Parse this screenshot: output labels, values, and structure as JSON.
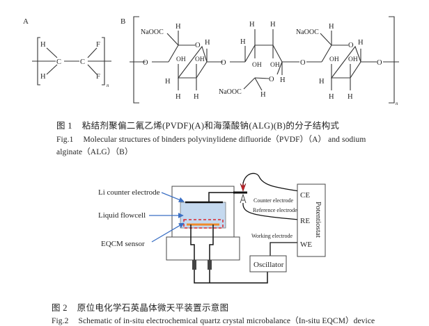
{
  "figure1": {
    "panel_a_label": "A",
    "panel_b_label": "B",
    "pvdf": {
      "atoms": {
        "h_top": "H",
        "h_bottom": "H",
        "c_left": "C",
        "c_right": "C",
        "f_top": "F",
        "f_bottom": "F"
      },
      "subscript": "n"
    },
    "alg": {
      "ring1": {
        "naooc": "NaOOC",
        "h_top": "H",
        "ring_o": "O",
        "h_anomeric": "H",
        "oh_left": "OH",
        "oh_right": "OH",
        "h_c4": "H",
        "h_bottom_left": "H",
        "h_bottom_right": "H"
      },
      "ring2": {
        "h_c4": "H",
        "h_top_left": "H",
        "h_top_right": "H",
        "oh_left": "OH",
        "oh_right": "OH",
        "ring_o": "O",
        "naooc": "NaOOC",
        "h_c5": "H",
        "h_c1": "H"
      },
      "ring3": {
        "naooc": "NaOOC",
        "h_top": "H",
        "ring_o": "O",
        "h_anomeric": "H",
        "oh_left": "OH",
        "oh_right": "OH",
        "h_c4": "H",
        "h_bottom_left": "H",
        "h_bottom_right": "H"
      },
      "glycosidic_o": [
        "O",
        "O",
        "O",
        "O"
      ],
      "subscript": "n"
    },
    "caption_cn_num": "图 1",
    "caption_cn": "粘结剂聚偏二氟乙烯(PVDF)(A)和海藻酸钠(ALG)(B)的分子结构式",
    "caption_en_num": "Fig.1",
    "caption_en_line1": "Molecular structures of binders polyvinylidene difluoride（PVDF）（A） and sodium",
    "caption_en_line2": "alginate（ALG）（B）"
  },
  "figure2": {
    "labels": {
      "li_counter": "Li counter electrode",
      "liquid_flowcell": "Liquid flowcell",
      "eqcm_sensor": "EQCM sensor",
      "counter_electrode": "Counter electrode",
      "reference_electrode": "Reference electrode",
      "working_electrode": "Working electrode",
      "ce": "CE",
      "re": "RE",
      "we": "WE",
      "potentiostat": "Potentiostat",
      "oscillator": "Oscillator"
    },
    "colors": {
      "flowcell_fill": "#c5d9ef",
      "arrow": "#3a6fc4",
      "sensor": "#f08a2a",
      "dashed": "#d9262b",
      "clip": "#c9252a"
    },
    "caption_cn_num": "图 2",
    "caption_cn": "原位电化学石英晶体微天平装置示意图",
    "caption_en_num": "Fig.2",
    "caption_en": "Schematic of in-situ electrochemical quartz crystal microbalance（In-situ EQCM）device"
  }
}
